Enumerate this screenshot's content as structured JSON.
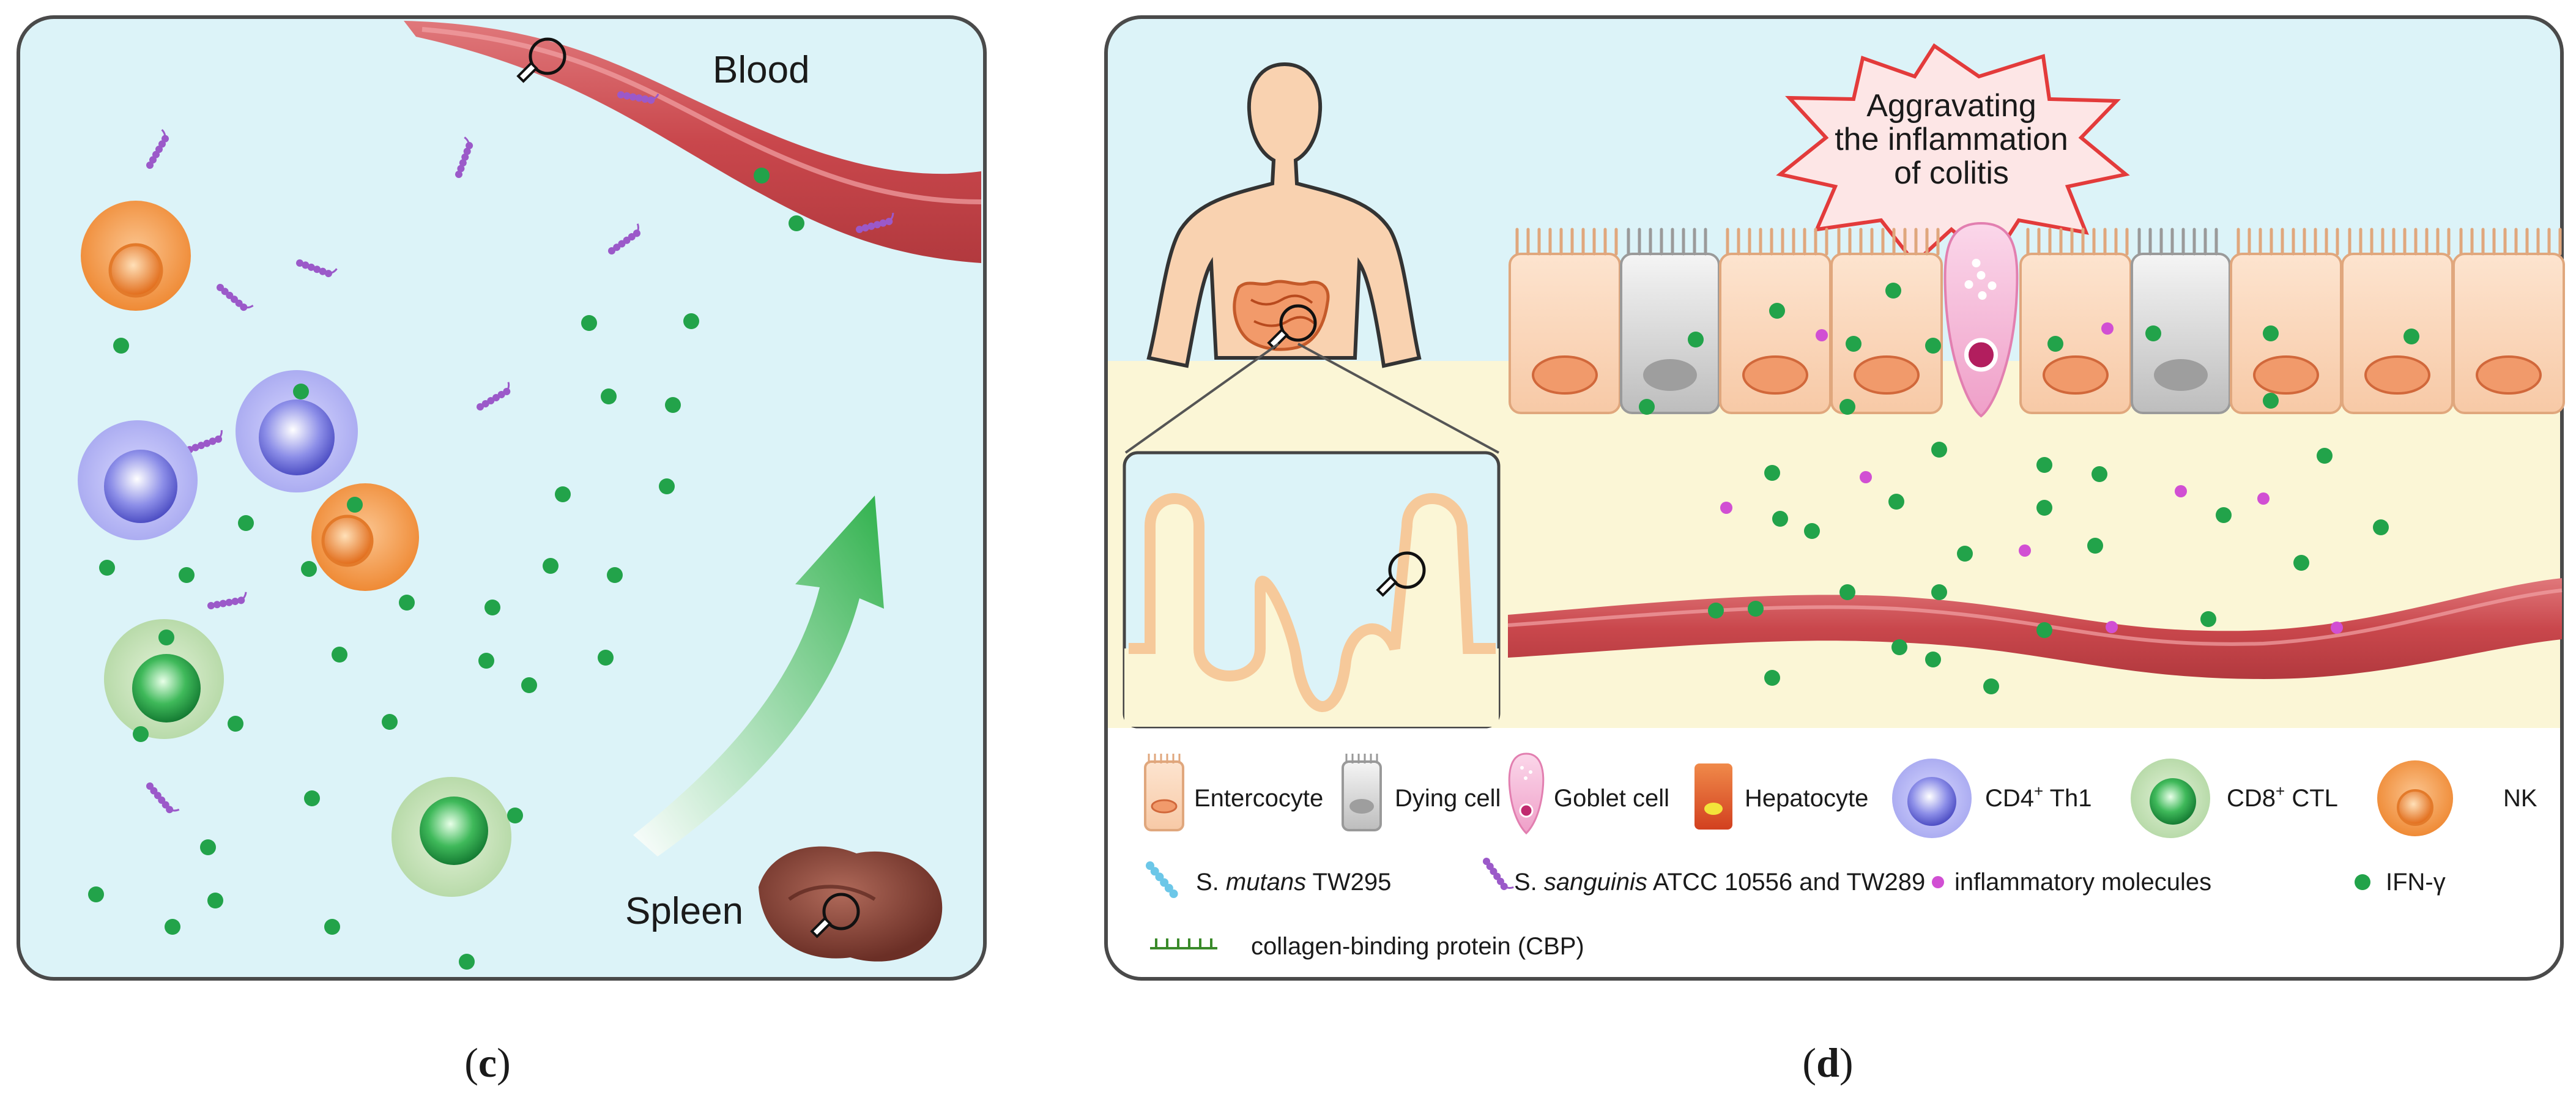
{
  "panel_c": {
    "label_open": "(",
    "label_letter": "c",
    "label_close": ")",
    "blood_label": "Blood",
    "spleen_label": "Spleen"
  },
  "panel_d": {
    "label_open": "(",
    "label_letter": "d",
    "label_close": ")",
    "burst_line1": "Aggravating",
    "burst_line2": "the inflammation",
    "burst_line3": "of colitis",
    "legend": {
      "entercocyte": "Entercocyte",
      "dying_cell": "Dying cell",
      "goblet_cell": "Goblet cell",
      "hepatocyte": "Hepatocyte",
      "cd4_pre": "CD4",
      "cd4_sup": "+",
      "cd4_post": " Th1",
      "cd8_pre": "CD8",
      "cd8_sup": "+",
      "cd8_post": " CTL",
      "nk": "NK",
      "smutans_pre": "S. ",
      "smutans_em": "mutans",
      "smutans_post": " TW295",
      "ssang_pre": "S. ",
      "ssang_em": "sanguinis",
      "ssang_post": " ATCC 10556 and TW289",
      "inflammatory": "inflammatory molecules",
      "ifn": "IFN-γ",
      "cbp": "collagen-binding protein (CBP)"
    }
  },
  "colors": {
    "panel_bg": "#dcf3f8",
    "submucosa": "#fbf6d6",
    "vessel": "#c94a4e",
    "ifn_dot": "#22a34a",
    "inflam_dot": "#d14fd3",
    "bacteria": "#9b59c9",
    "border": "#4a4a4a"
  }
}
